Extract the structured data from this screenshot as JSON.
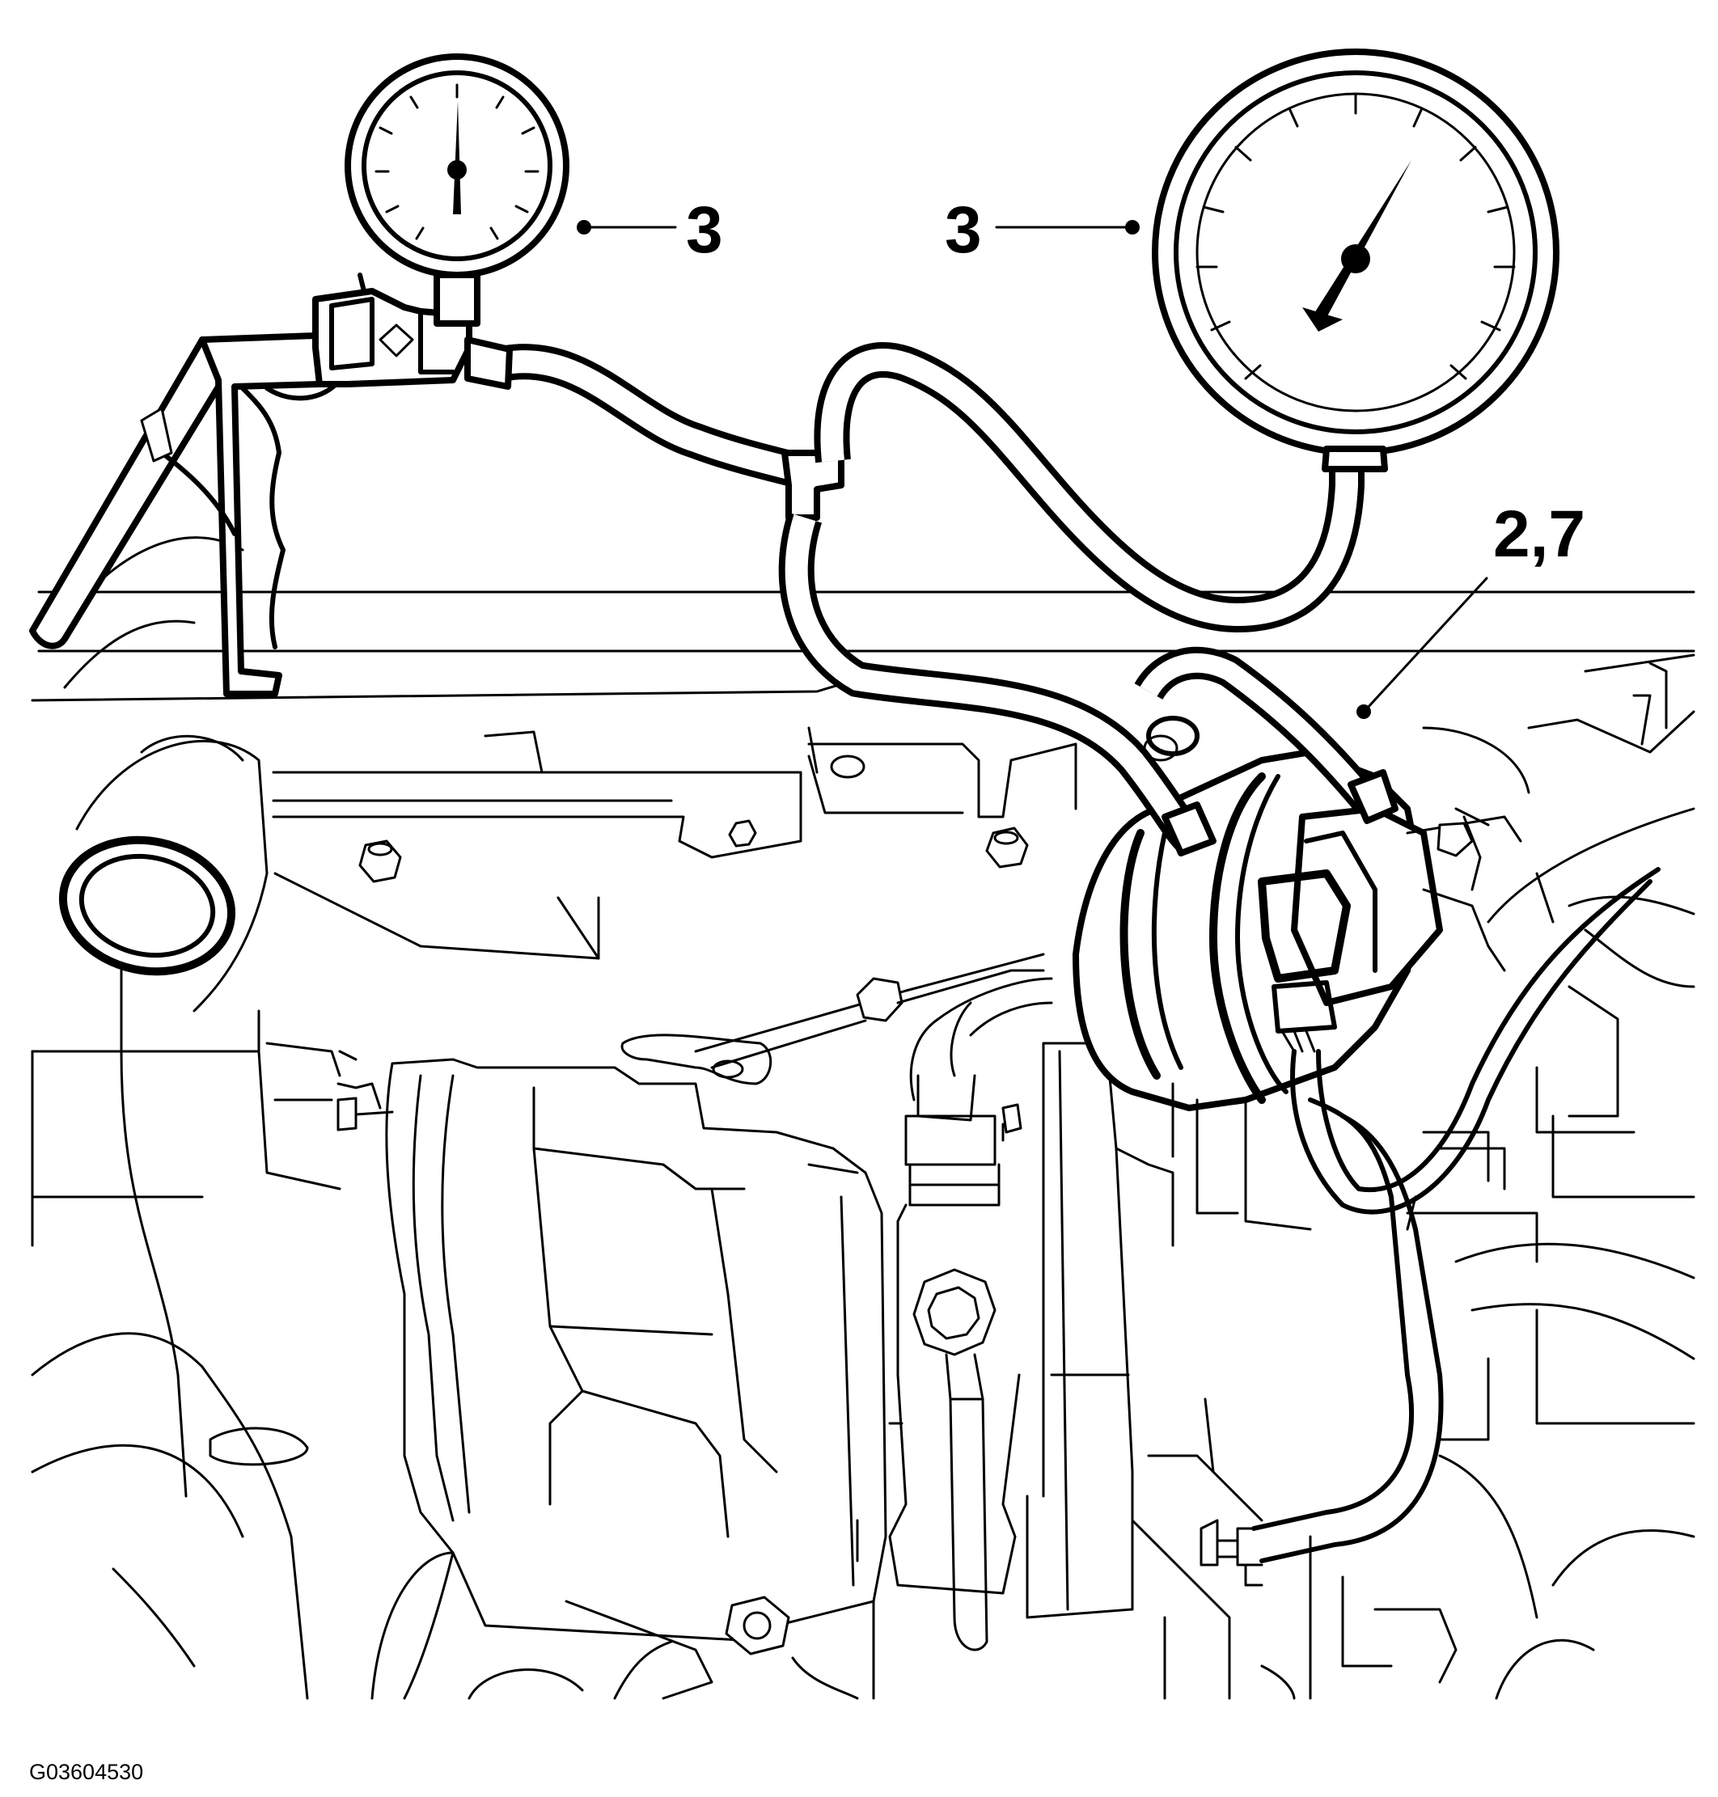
{
  "callouts": {
    "gauge_left": "3",
    "gauge_right": "3",
    "pressure_port": "2,7"
  },
  "figure_id": "G03604530",
  "colors": {
    "line": "#000000",
    "background": "#ffffff"
  }
}
